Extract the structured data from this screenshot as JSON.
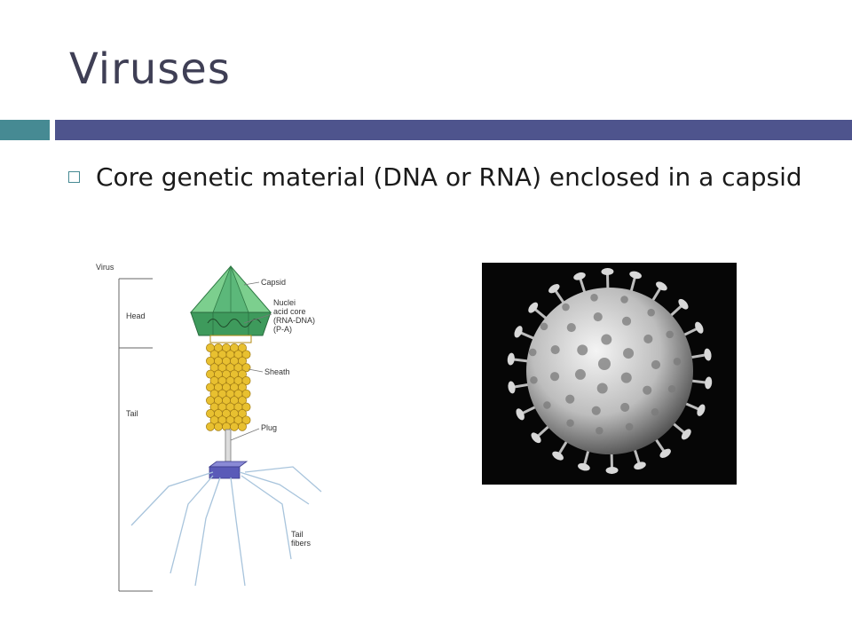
{
  "slide": {
    "title": "Viruses",
    "bullets": [
      "Core genetic material (DNA or RNA) enclosed in a capsid"
    ]
  },
  "diagram": {
    "labels": {
      "virus": "Virus",
      "head": "Head",
      "tail": "Tail",
      "capsid": "Capsid",
      "nucleic_1": "Nuclei",
      "nucleic_2": "acid core",
      "nucleic_3": "(RNA-DNA)",
      "nucleic_4": "(P-A)",
      "sheath": "Sheath",
      "plug": "Plug",
      "tail_fibers_1": "Tail",
      "tail_fibers_2": "fibers"
    }
  },
  "colors": {
    "title": "#3f3f55",
    "accent_teal": "#468a93",
    "accent_indigo": "#4e548d",
    "capsid_green": "#5cb87a",
    "sheath_yellow": "#e8c030"
  }
}
